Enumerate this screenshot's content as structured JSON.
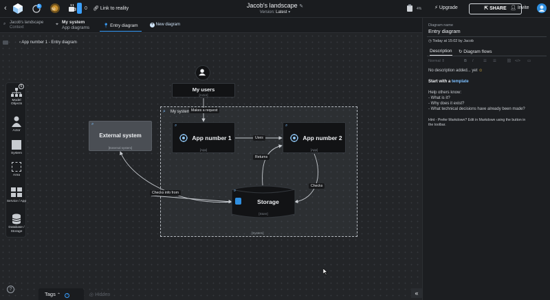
{
  "topbar": {
    "link_label": "Link to reality",
    "counter": "0",
    "landscape_title": "Jacob's landscape",
    "version_label": "Version:",
    "version_value": "Latest",
    "percent": "4%",
    "upgrade_label": "Upgrade",
    "share_label": "SHARE",
    "invite_label": "Invite",
    "badge_one": "5",
    "badge_two": "50"
  },
  "context": {
    "landscape_name": "Jacob's landscape",
    "landscape_sub": "Context",
    "system_name": "My system",
    "system_sub": "App diagrams",
    "tab_active": "Entry diagram",
    "tab_new": "New diagram"
  },
  "breadcrumb": "App number 1 - Entry diagram",
  "palette": {
    "badge": "6",
    "items": [
      {
        "label": "Model Objects"
      },
      {
        "label": "Actor"
      },
      {
        "label": "System"
      },
      {
        "label": "Area"
      },
      {
        "label": "Service / App"
      },
      {
        "label": "Database / Storage"
      }
    ]
  },
  "diagram": {
    "system_frame_label": "My system",
    "system_frame_tag": "[System]",
    "actor": {
      "title": "My users",
      "tag": "[Actor]"
    },
    "external": {
      "title": "External system",
      "tag": "[External system]"
    },
    "app1": {
      "title": "App number 1",
      "tag": "[App]"
    },
    "app2": {
      "title": "App number 2",
      "tag": "[App]"
    },
    "storage": {
      "title": "Storage",
      "tag": "[Store]"
    },
    "edges": {
      "makes_request": "Makes a request",
      "uses": "Uses",
      "returns": "Returns",
      "checks": "Checks",
      "checks_info": "Checks info from"
    }
  },
  "bottom": {
    "tags_label": "Tags",
    "hidden_label": "Hidden",
    "help": "?"
  },
  "panel": {
    "name_label": "Diagram name",
    "name_value": "Entry diagram",
    "updated": "Today at 15:02 by Jacob",
    "tab_description": "Description",
    "tab_flows": "Diagram flows",
    "toolbar_normal": "Normal",
    "no_description": "No description added... yet",
    "start_with": "Start with a",
    "template_link": "template",
    "help_intro": "Help others know:",
    "help_1": "- What is it?",
    "help_2": "- Why does it exist?",
    "help_3": "- What technical decisions have already been made?",
    "hint_1": "Hint - Prefer Markdown? Edit in Markdown using the button in",
    "hint_2": "the toolbar."
  }
}
